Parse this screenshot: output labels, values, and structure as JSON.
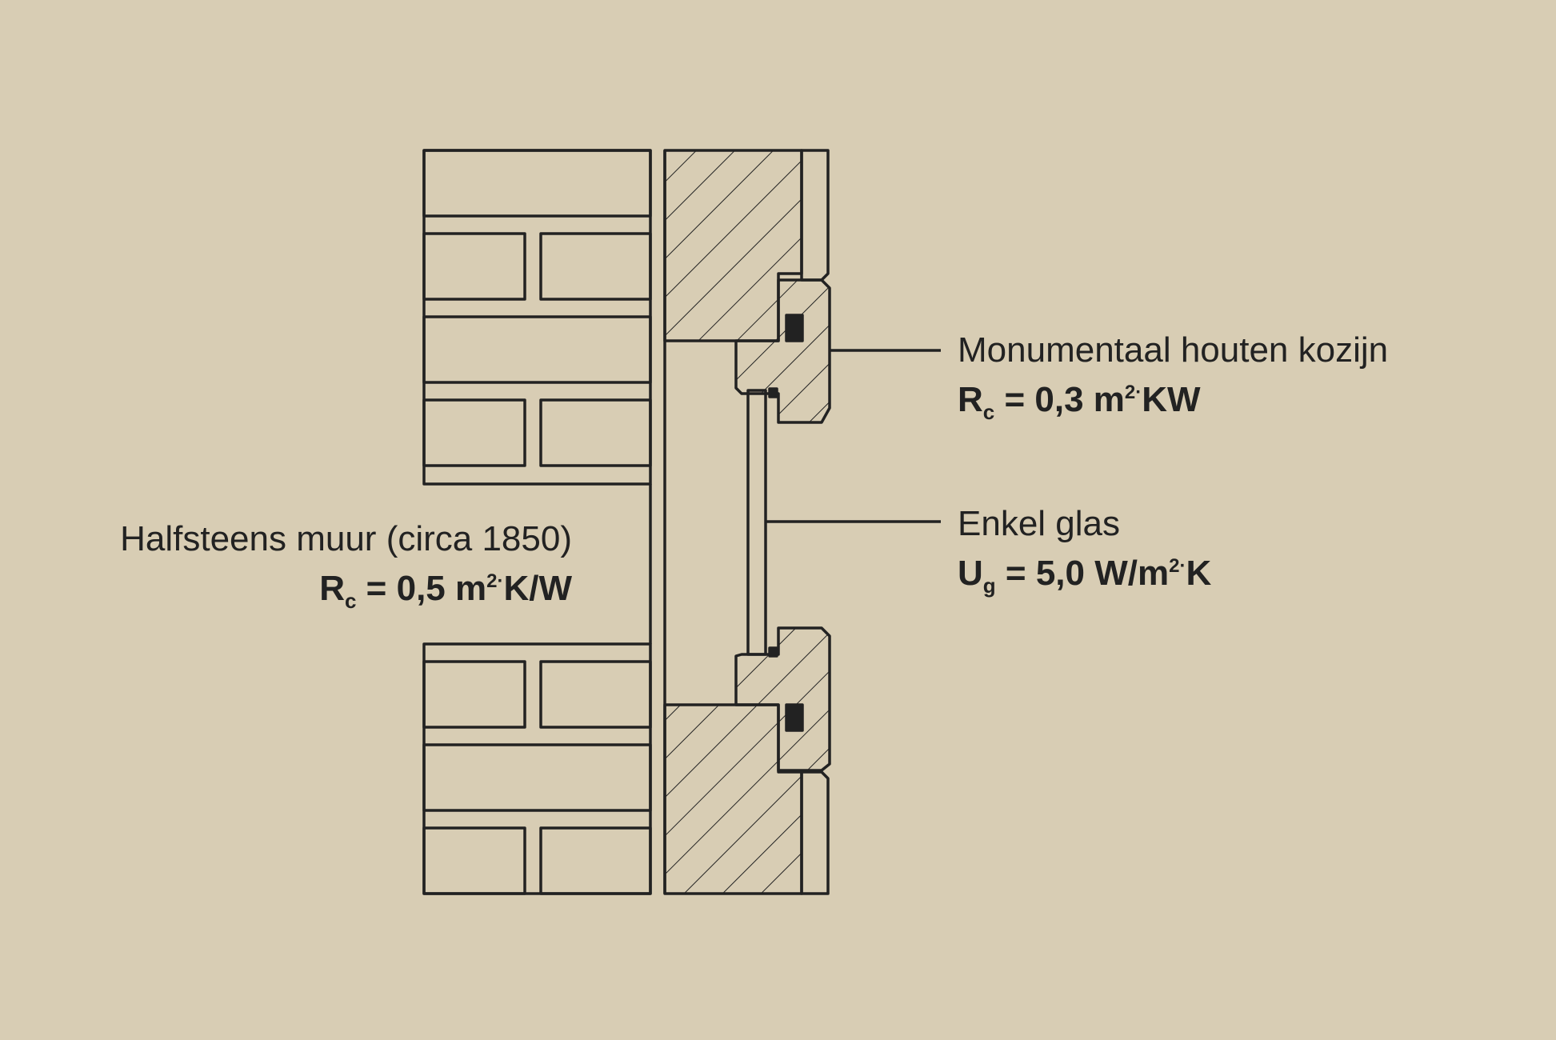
{
  "labels": {
    "wall": {
      "name": "Halfsteens muur (circa 1850)",
      "value_symbol": "R",
      "value_sub": "c",
      "value_pre": " = 0,5 m",
      "value_sup": "2·",
      "value_post": "K/W"
    },
    "frame": {
      "name": "Monumentaal houten kozijn",
      "value_symbol": "R",
      "value_sub": "c",
      "value_pre": " = 0,3 m",
      "value_sup": "2·",
      "value_post": "KW"
    },
    "glass": {
      "name": "Enkel glas",
      "value_symbol": "U",
      "value_sub": "g",
      "value_pre": " = 5,0 W/m",
      "value_sup": "2·",
      "value_post": "K"
    }
  },
  "colors": {
    "background": "#d8cdb4",
    "line": "#222222"
  }
}
